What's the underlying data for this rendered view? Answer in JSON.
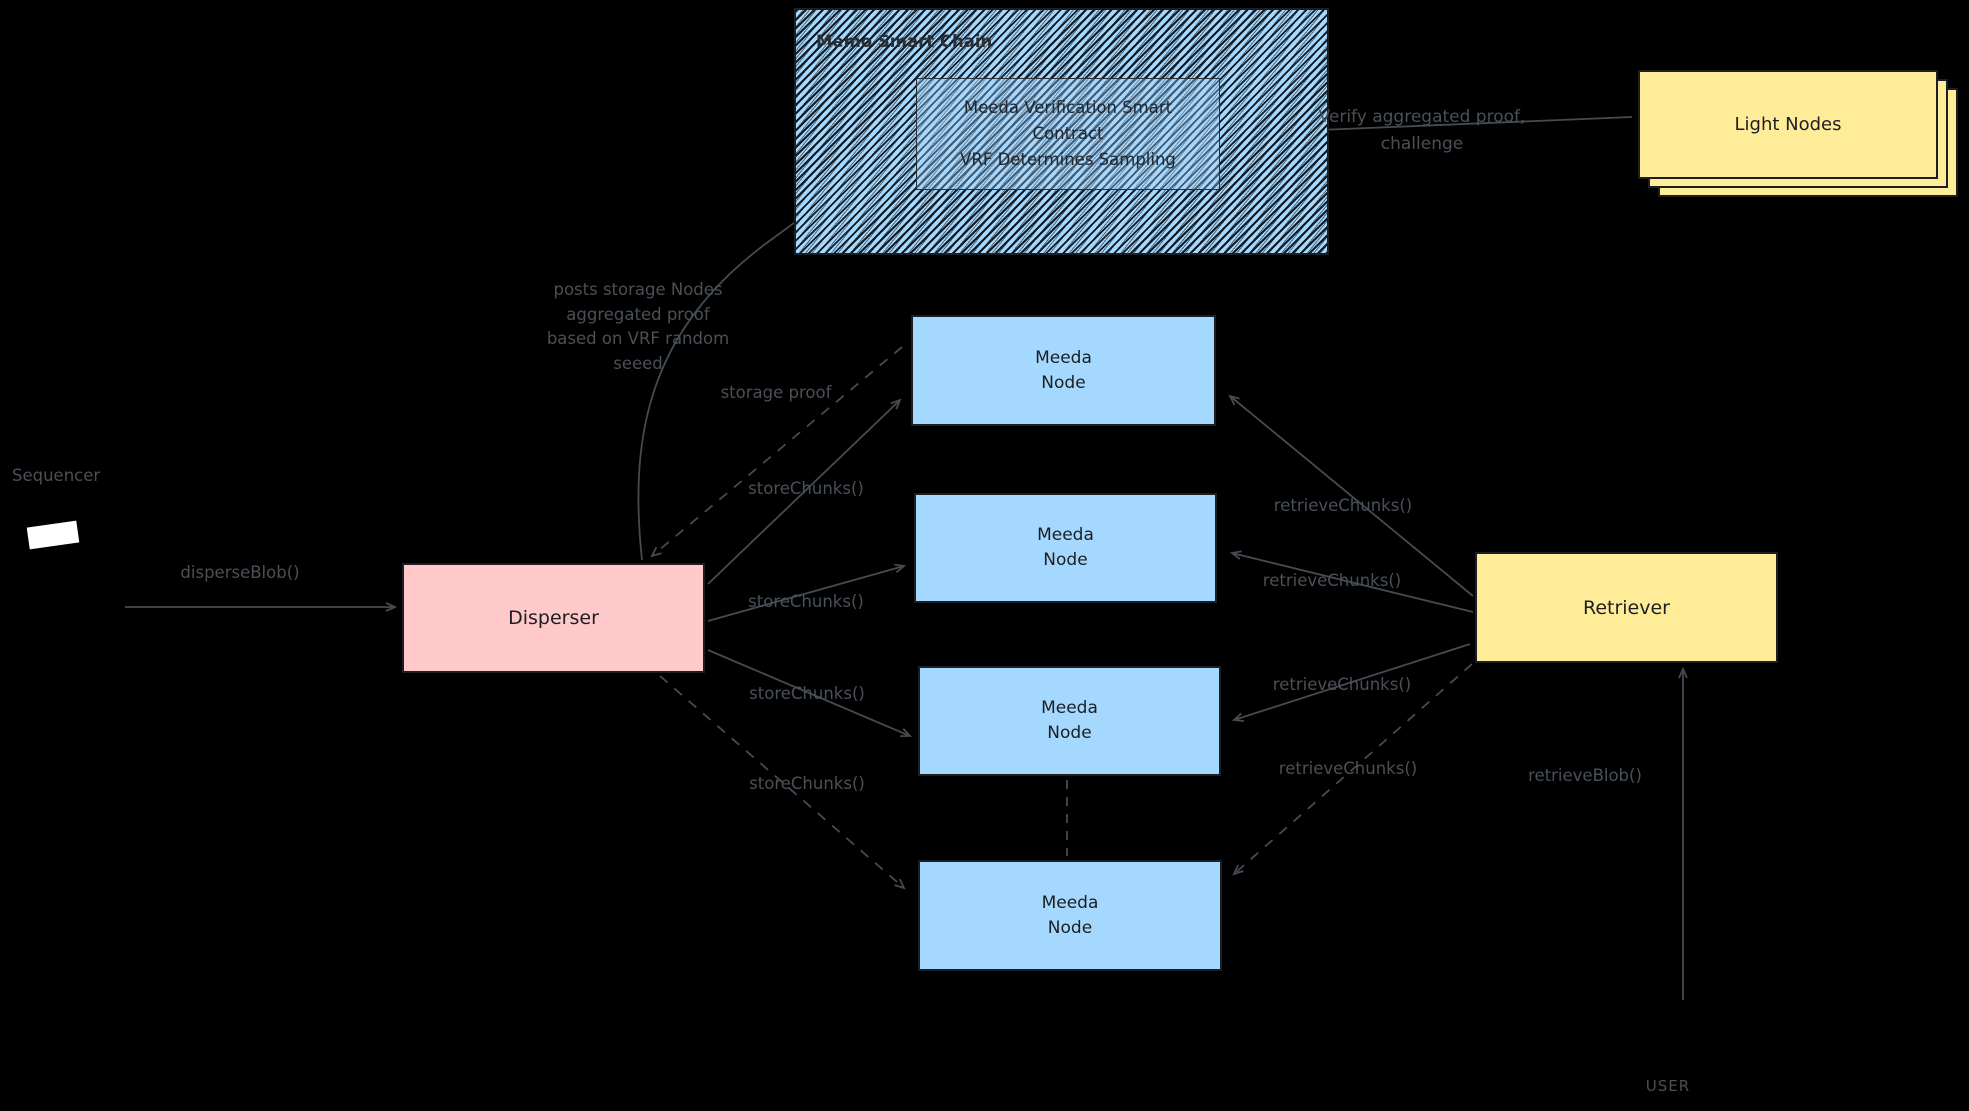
{
  "colors": {
    "background": "#000000",
    "disperser_fill": "#ffc9c9",
    "meeda_node_fill": "#a5d8ff",
    "retriever_fill": "#ffec99",
    "light_nodes_fill": "#ffec99",
    "chain_hatch_fill": "#a5d8ff",
    "edge_stroke": "#454b52"
  },
  "chain": {
    "title": "Memo Smart Chain",
    "contract": {
      "line1": "Meeda Verification Smart",
      "line2": "Contract",
      "line3": "VRF Determines Sampling"
    }
  },
  "light_nodes": {
    "label": "Light Nodes"
  },
  "nodes": {
    "disperser": "Disperser",
    "meeda": {
      "line1": "Meeda",
      "line2": "Node"
    },
    "retriever": "Retriever"
  },
  "labels": {
    "sequencer": "Sequencer",
    "user": "USER",
    "disperse_blob": "disperseBlob()",
    "store_chunks": "storeChunks()",
    "retrieve_chunks": "retrieveChunks()",
    "retrieve_blob": "retrieveBlob()",
    "storage_proof": "storage proof",
    "verify_line1": "Verify aggregated proof,",
    "verify_line2": "challenge",
    "posts_line1": "posts storage Nodes",
    "posts_line2": "aggregated proof",
    "posts_line3": "based on VRF random",
    "posts_line4": "seeed"
  }
}
